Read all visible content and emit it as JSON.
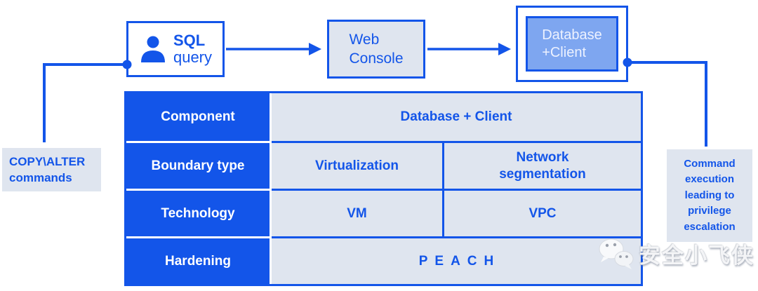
{
  "colors": {
    "accent_blue": "#1355e9",
    "light_cell_bg": "#dfe5ef",
    "medium_blue_fill": "#7ea6f0"
  },
  "flow": {
    "sql_box": {
      "title": "SQL",
      "subtitle": "query"
    },
    "web_console_box": {
      "line1": "Web",
      "line2": "Console"
    },
    "db_client_box": {
      "line1": "Database",
      "line2": "+Client"
    }
  },
  "labels": {
    "left_note": {
      "line1": "COPY\\ALTER",
      "line2": "commands"
    },
    "right_note": {
      "text": "Command\nexecution\nleading to\nprivilege\nescalation"
    }
  },
  "table": {
    "rows": [
      {
        "label": "Component",
        "value": "Database + Client"
      },
      {
        "label": "Boundary type",
        "cell1": "Virtualization",
        "cell2": "Network segmentation"
      },
      {
        "label": "Technology",
        "cell1": "VM",
        "cell2": "VPC"
      },
      {
        "label": "Hardening",
        "value": "PEACH"
      }
    ]
  },
  "watermark": {
    "text": "安全小飞侠"
  }
}
